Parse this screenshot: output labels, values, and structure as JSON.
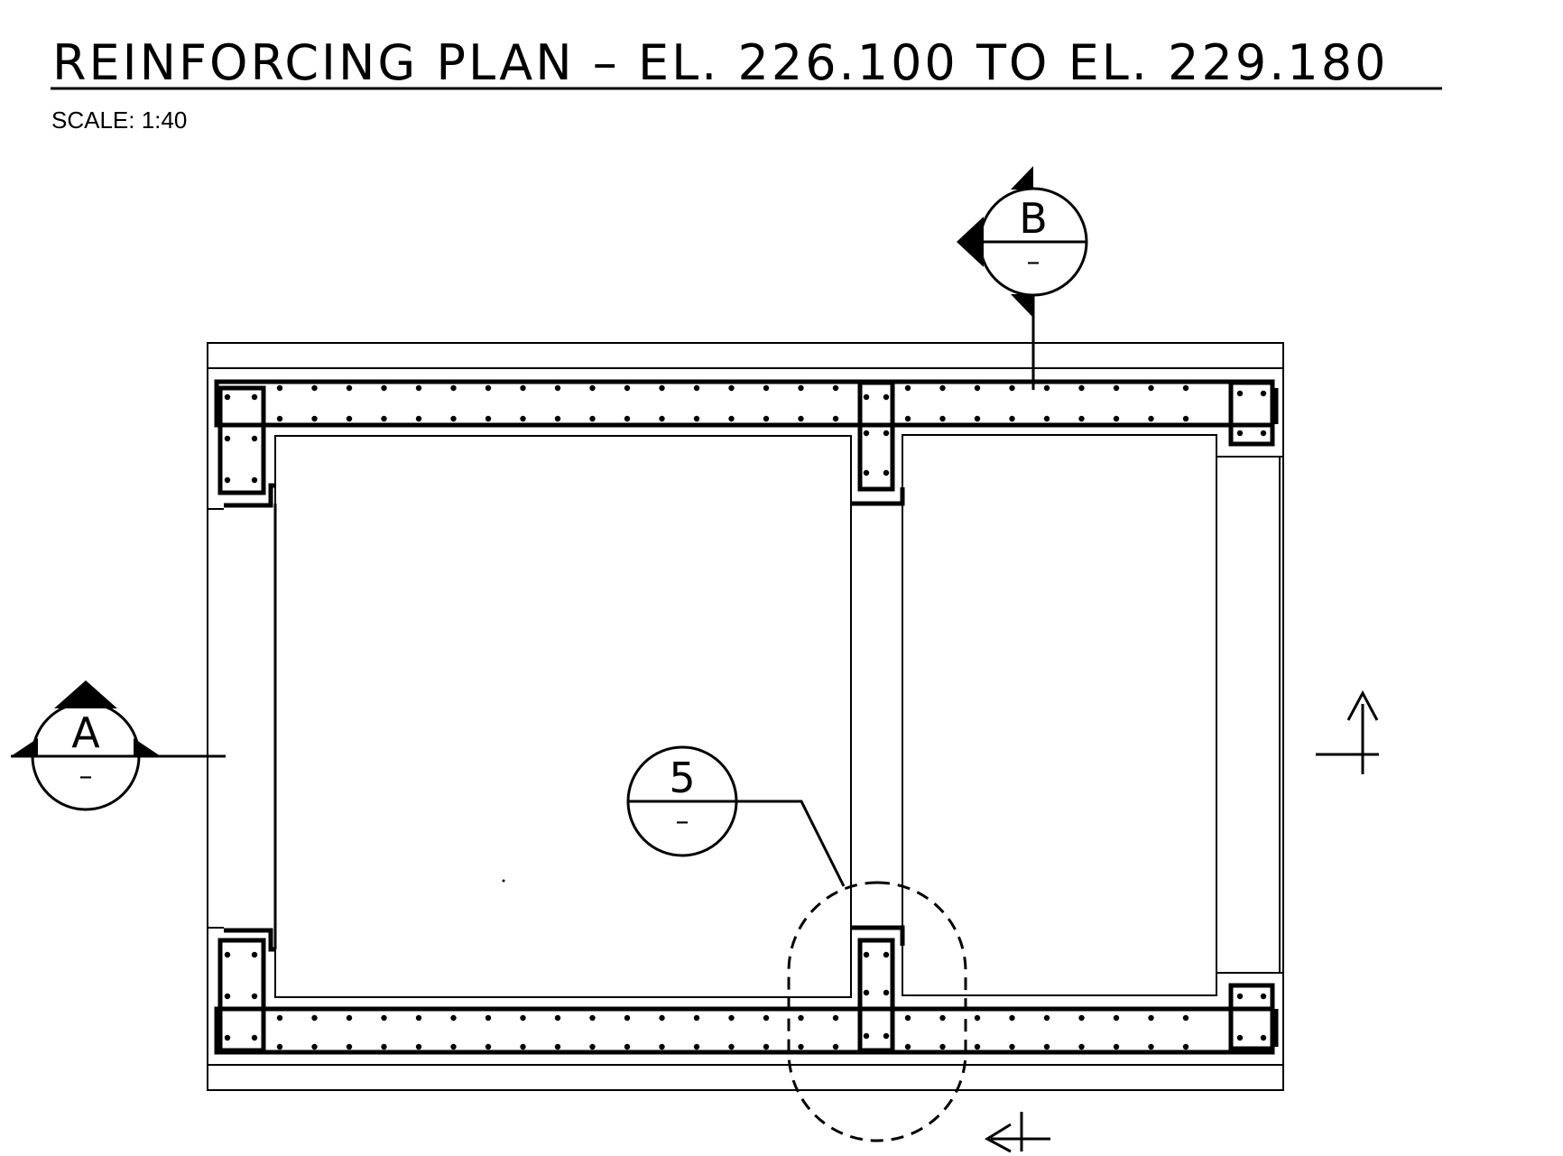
{
  "title": "REINFORCING PLAN – EL. 226.100 TO EL. 229.180",
  "scale": "SCALE: 1:40",
  "section_markers": [
    {
      "letter": "A",
      "sheet": "–"
    },
    {
      "letter": "B",
      "sheet": "–"
    }
  ],
  "detail_marker": {
    "number": "5",
    "sheet": "–"
  }
}
